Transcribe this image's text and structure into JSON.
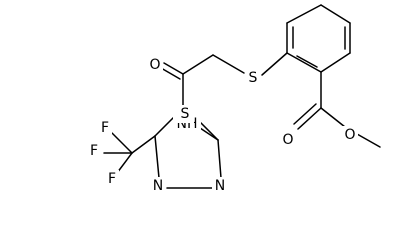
{
  "atoms": {
    "O_amide": "O",
    "S_thioether": "S",
    "N_amide": "NH",
    "S_thiadiazole": "S",
    "N_ring_1": "N",
    "N_ring_2": "N",
    "F_top": "F",
    "F_left": "F",
    "F_bottom": "F",
    "O_carbonyl": "O",
    "O_ester": "O"
  },
  "colors": {
    "bond": "#000000",
    "label": "#000000",
    "background": "#ffffff"
  }
}
